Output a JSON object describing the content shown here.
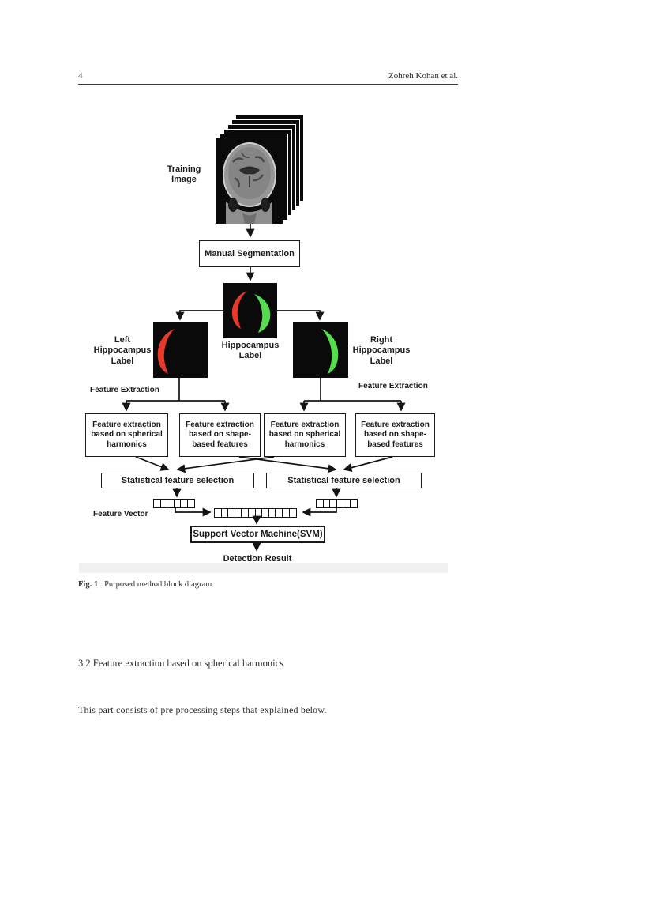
{
  "page": {
    "number": "4",
    "running_head": "Zohreh Kohan et al."
  },
  "figure": {
    "colors": {
      "left_hippocampus_red": "#e8392a",
      "right_hippocampus_green": "#55dd4e",
      "image_background": "#0a0a0a",
      "band_gray": "#f0f0f1"
    },
    "labels": {
      "training_image": "Training\nImage",
      "manual_segmentation": "Manual Segmentation",
      "hippocampus_label": "Hippocampus\nLabel",
      "left_hippocampus_label": "Left\nHippocampus\nLabel",
      "right_hippocampus_label": "Right\nHippocampus\nLabel",
      "feature_extraction_left": "Feature Extraction",
      "feature_extraction_right": "Feature Extraction",
      "box_spherical": "Feature extraction\nbased on spherical\nharmonics",
      "box_shape": "Feature extraction\nbased on shape-\nbased features",
      "statistical_selection": "Statistical feature selection",
      "feature_vector": "Feature Vector",
      "svm": "Support Vector Machine(SVM)",
      "detection_result": "Detection Result"
    },
    "feature_vector": {
      "left_cells": 6,
      "right_cells": 6,
      "combined_cells": 12
    }
  },
  "caption": {
    "fig_label": "Fig. 1",
    "fig_text": "Purposed method block diagram"
  },
  "section": {
    "heading": "3.2 Feature extraction based on spherical harmonics"
  },
  "paragraph": "This part consists of pre processing steps that explained below."
}
